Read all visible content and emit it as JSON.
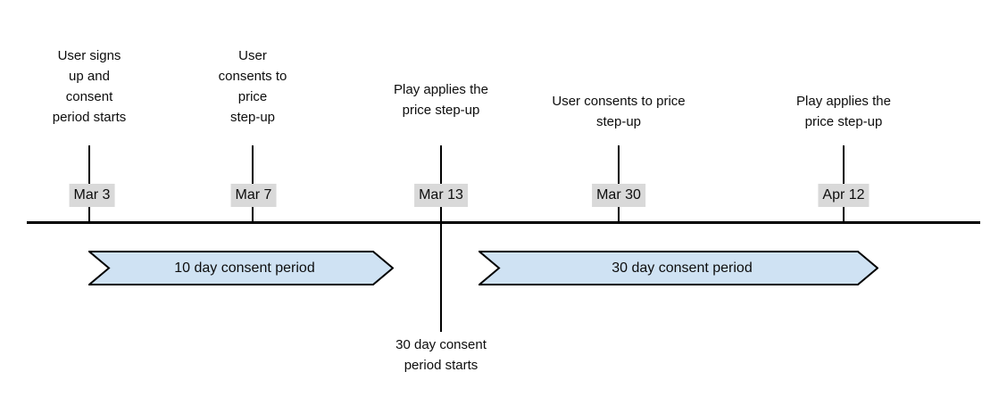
{
  "colors": {
    "background": "#ffffff",
    "line": "#000000",
    "banner_fill": "#cfe2f3",
    "banner_stroke": "#000000",
    "date_highlight": "#d9d9d9",
    "text": "#0d0d0d"
  },
  "timeline": {
    "events": [
      {
        "date": "Mar 3",
        "label": "User signs\nup and\nconsent\nperiod starts"
      },
      {
        "date": "Mar 7",
        "label": "User\nconsents to\nprice\nstep-up"
      },
      {
        "date": "Mar 13",
        "label": "Play applies the\nprice step-up",
        "below_label": "30 day consent\nperiod starts"
      },
      {
        "date": "Mar 30",
        "label": "User consents to price\nstep-up"
      },
      {
        "date": "Apr 12",
        "label": "Play applies the\nprice step-up"
      }
    ],
    "periods": [
      {
        "label": "10 day consent period"
      },
      {
        "label": "30 day consent period"
      }
    ]
  }
}
